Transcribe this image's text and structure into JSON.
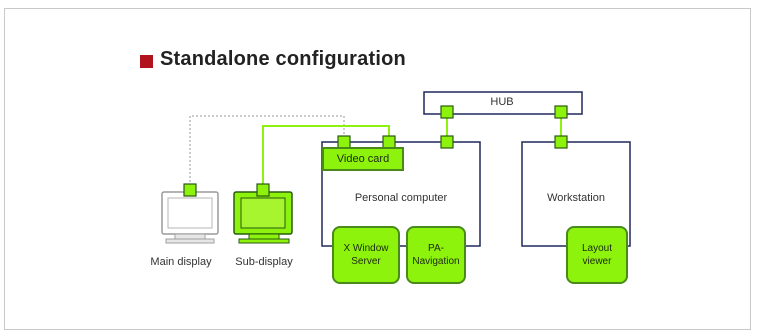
{
  "title": "Standalone configuration",
  "hub_label": "HUB",
  "video_card_label": "Video card",
  "personal_computer_label": "Personal computer",
  "workstation_label": "Workstation",
  "main_display_label": "Main display",
  "sub_display_label": "Sub-display",
  "modules": {
    "x_window": "X Window Server",
    "pa_navigation": "PA-Navigation",
    "layout_viewer": "Layout viewer"
  },
  "colors": {
    "accent_green": "#8df20c",
    "dark_green": "#4a8a1a",
    "box_border": "#1e2a5a",
    "title_marker": "#b0131e"
  }
}
